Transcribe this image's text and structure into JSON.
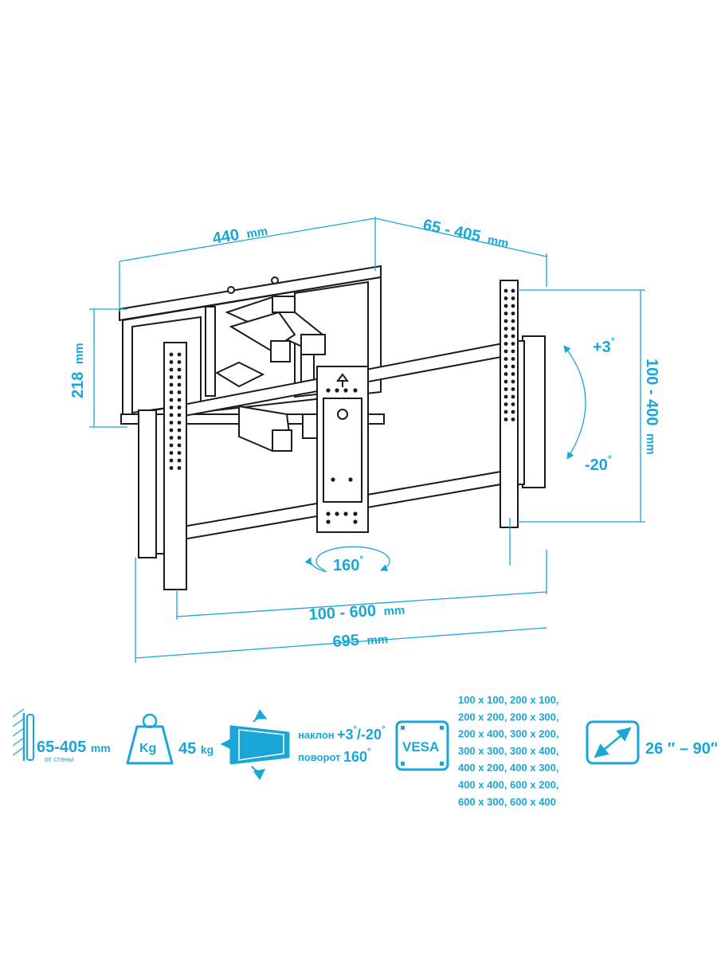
{
  "colors": {
    "accent": "#1aa6d6",
    "line": "#1b1b1b"
  },
  "dimensions": {
    "top_width": {
      "value": "440",
      "unit": "mm"
    },
    "depth": {
      "value": "65 - 405",
      "unit": "mm"
    },
    "height_left": {
      "value": "218",
      "unit": "mm"
    },
    "vesa_vertical": {
      "value": "100 - 400",
      "unit": "mm"
    },
    "vesa_horizontal": {
      "value": "100 - 600",
      "unit": "mm"
    },
    "total_width": {
      "value": "695",
      "unit": "mm"
    }
  },
  "angles": {
    "tilt_up": "+3",
    "tilt_down": "-20",
    "swivel": "160",
    "degree": "°"
  },
  "specs": {
    "wall_distance": {
      "value": "65-405",
      "unit": "mm",
      "caption": "от стены"
    },
    "load": {
      "badge": "Kg",
      "value": "45",
      "unit": "kg"
    },
    "tilt": {
      "label": "наклон",
      "value_up": "+3",
      "value_down": "/-20"
    },
    "swivel": {
      "label": "поворот",
      "value": "160"
    },
    "vesa": {
      "badge": "VESA",
      "lines": [
        "100 x 100, 200 x 100,",
        "200 x 200, 200 x 300,",
        "200 x 400, 300 x 200,",
        "300 x 300, 300 x 400,",
        "400 x 200, 400 x 300,",
        "400 x 400, 600 x 200,",
        "600 x 300, 600 x 400"
      ]
    },
    "screen_size": {
      "value": "26 ″ – 90″"
    }
  },
  "icons": [
    "wall-hatch-icon",
    "weight-icon",
    "tv-tilt-icon",
    "vesa-icon",
    "diagonal-icon"
  ]
}
